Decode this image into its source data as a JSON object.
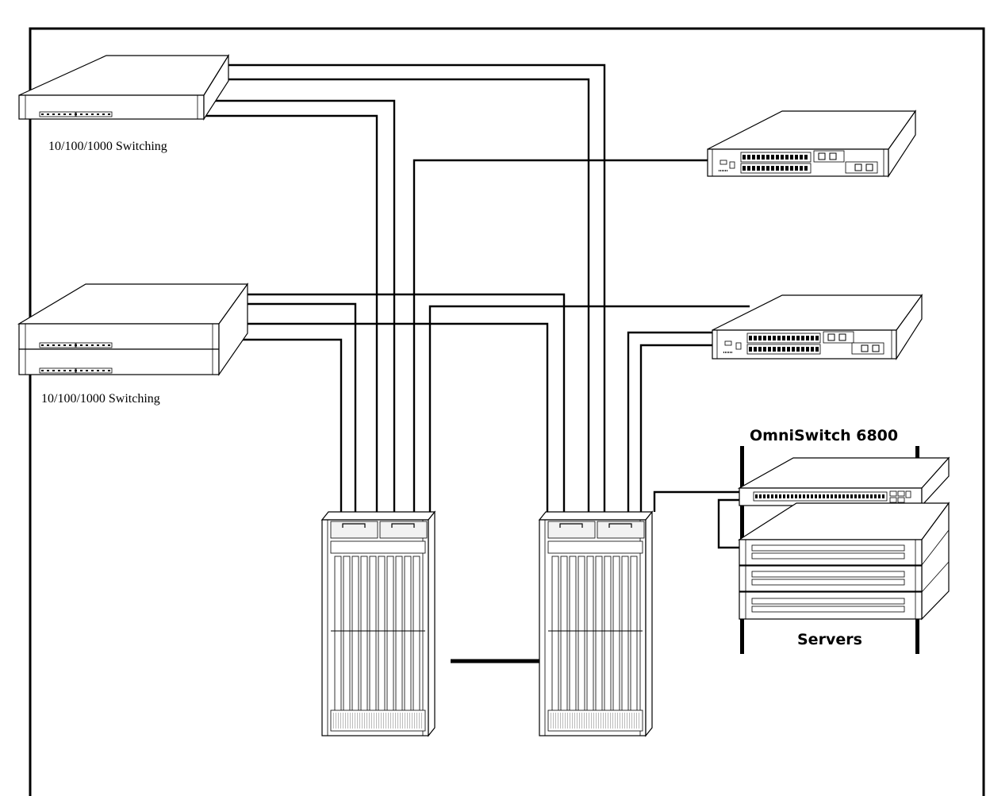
{
  "labels": {
    "switching_top": "10/100/1000 Switching",
    "switching_bottom": "10/100/1000 Switching",
    "omniswitch": "OmniSwitch 6800",
    "servers": "Servers"
  },
  "icons": {
    "frame": "diagram-frame",
    "switch_a": "edge-switch-icon",
    "switch_b": "stacked-switch-icon",
    "switch_c": "gigabit-switch-icon",
    "chassis": "chassis-switch-icon",
    "servers": "server-rack-icon"
  }
}
